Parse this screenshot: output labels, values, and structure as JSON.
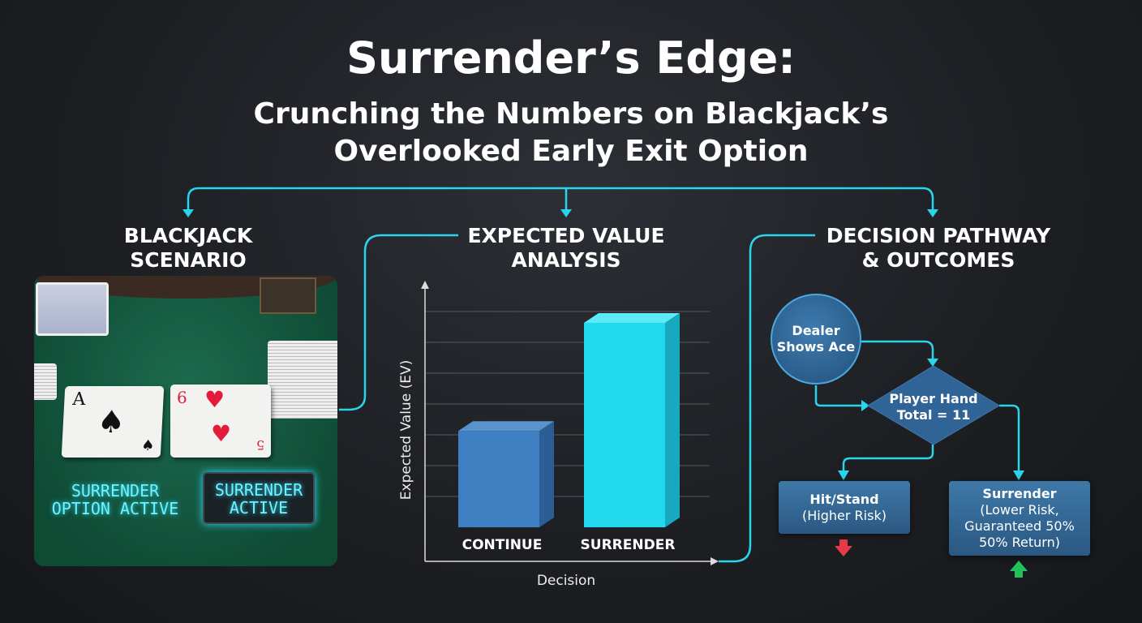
{
  "title": {
    "line1": "Surrender’s Edge:",
    "line2": "Crunching the Numbers on Blackjack’s",
    "line3": "Overlooked Early Exit Option"
  },
  "sections": {
    "scenario": {
      "line1": "BLACKJACK",
      "line2": "SCENARIO"
    },
    "ev": {
      "line1": "EXPECTED VALUE",
      "line2": "ANALYSIS"
    },
    "decision": {
      "line1": "DECISION PATHWAY",
      "line2": "& OUTCOMES"
    }
  },
  "scenario": {
    "neon_text_1": "SURRENDER",
    "neon_text_2": "OPTION ACTIVE",
    "panel_text_1": "SURRENDER",
    "panel_text_2": "ACTIVE",
    "card1_rank": "A",
    "card2_rank": "6",
    "card2_rank_bottom": "5"
  },
  "chart_data": {
    "type": "bar",
    "title": "",
    "xlabel": "Decision",
    "ylabel": "Expected Value (EV)",
    "categories": [
      "CONTINUE",
      "SURRENDER"
    ],
    "values": [
      3.3,
      7
    ],
    "ylim": [
      0,
      7.5
    ],
    "grid": true,
    "y_tick_labels": false,
    "colors": [
      "#3d7fc0",
      "#22d8ef"
    ]
  },
  "flow": {
    "start": {
      "line1": "Dealer",
      "line2": "Shows Ace"
    },
    "decision": {
      "line1": "Player Hand",
      "line2": "Total = 11"
    },
    "hit": {
      "line1": "Hit/Stand",
      "line2": "(Higher Risk)"
    },
    "surrender": {
      "line1": "Surrender",
      "line2": "(Lower Risk,",
      "line3": "Guaranteed 50%",
      "line4": "50% Return)"
    },
    "down_arrow_color": "#e8394a",
    "up_arrow_color": "#22c25a"
  },
  "colors": {
    "accent": "#2ad4ea",
    "background": "#1e2024"
  }
}
